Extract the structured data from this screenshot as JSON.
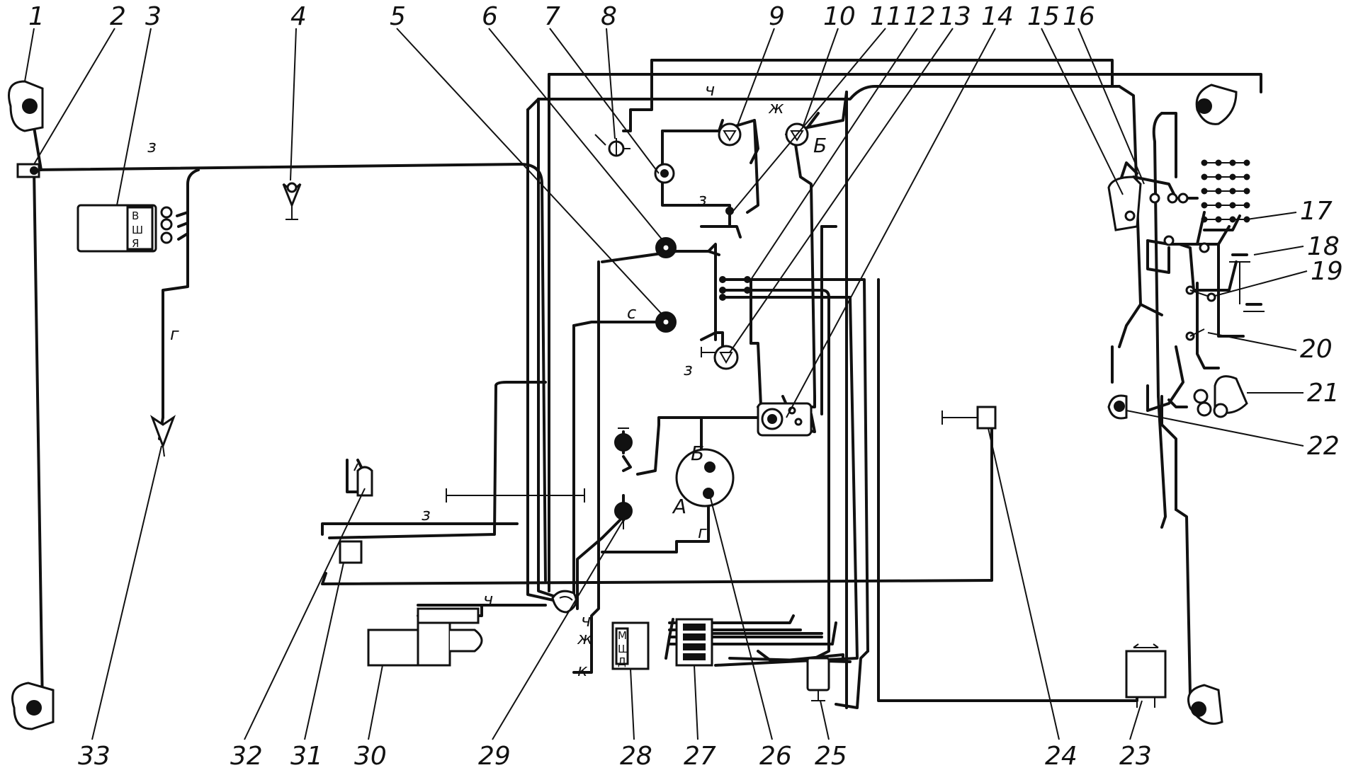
{
  "callout_numbers": {
    "n1": "1",
    "n2": "2",
    "n3": "3",
    "n4": "4",
    "n5": "5",
    "n6": "6",
    "n7": "7",
    "n8": "8",
    "n9": "9",
    "n10": "10",
    "n11": "11",
    "n12": "12",
    "n13": "13",
    "n14": "14",
    "n15": "15",
    "n16": "16",
    "n17": "17",
    "n18": "18",
    "n19": "19",
    "n20": "20",
    "n21": "21",
    "n22": "22",
    "n23": "23",
    "n24": "24",
    "n25": "25",
    "n26": "26",
    "n27": "27",
    "n28": "28",
    "n29": "29",
    "n30": "30",
    "n31": "31",
    "n32": "32",
    "n33": "33"
  },
  "wire_labels": {
    "z_top_left": "з",
    "g_left": "г",
    "ch_top": "ч",
    "zh_top": "ж",
    "z_center": "з",
    "s_center": "с",
    "z_center_lower": "з",
    "z_lower_left": "з",
    "ch_lower": "ч",
    "ch_bottom": "ч",
    "zh_bottom": "ж",
    "k_bottom": "к",
    "g_generator": "г"
  },
  "terminal_labels": {
    "generator_b": "Б",
    "generator_a": "А",
    "switch10_b": "Б",
    "relay3_v": "В",
    "relay3_sh": "Ш",
    "relay3_ya": "Я",
    "block28_m": "М",
    "block28_sh": "Ш",
    "block28_d": "Д"
  }
}
